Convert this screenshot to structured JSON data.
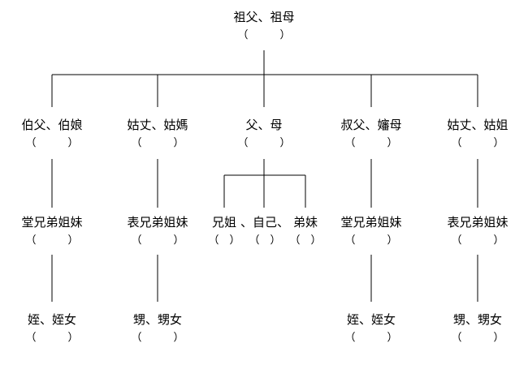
{
  "tree": {
    "root": {
      "label": "祖父、祖母",
      "blank": "（　　　）"
    },
    "level1": [
      {
        "label": "伯父、伯娘",
        "blank": "（　　　）"
      },
      {
        "label": "姑丈、姑媽",
        "blank": "（　　　）"
      },
      {
        "label": "父、母",
        "blank": "（　　　）"
      },
      {
        "label": "叔父、嬸母",
        "blank": "（　　　）"
      },
      {
        "label": "姑丈、姑姐",
        "blank": "（　　　）"
      }
    ],
    "level2": [
      {
        "label": "堂兄弟姐妹",
        "blank": "（　　　）"
      },
      {
        "label": "表兄弟姐妹",
        "blank": "（　　　）"
      },
      {
        "label": "兄姐",
        "blank": "（　）"
      },
      {
        "label": "自己",
        "blank": "（　）"
      },
      {
        "label": "弟妹",
        "blank": "（　）"
      },
      {
        "label": "堂兄弟姐妹",
        "blank": "（　　　）"
      },
      {
        "label": "表兄弟姐妹",
        "blank": "（　　　）"
      }
    ],
    "level3": [
      {
        "label": "姪、姪女",
        "blank": "（　　　）"
      },
      {
        "label": "甥、甥女",
        "blank": ""
      },
      {
        "label": "姪、姪女",
        "blank": "（　　　）"
      },
      {
        "label": "甥、甥女",
        "blank": "（　　　）"
      }
    ]
  }
}
